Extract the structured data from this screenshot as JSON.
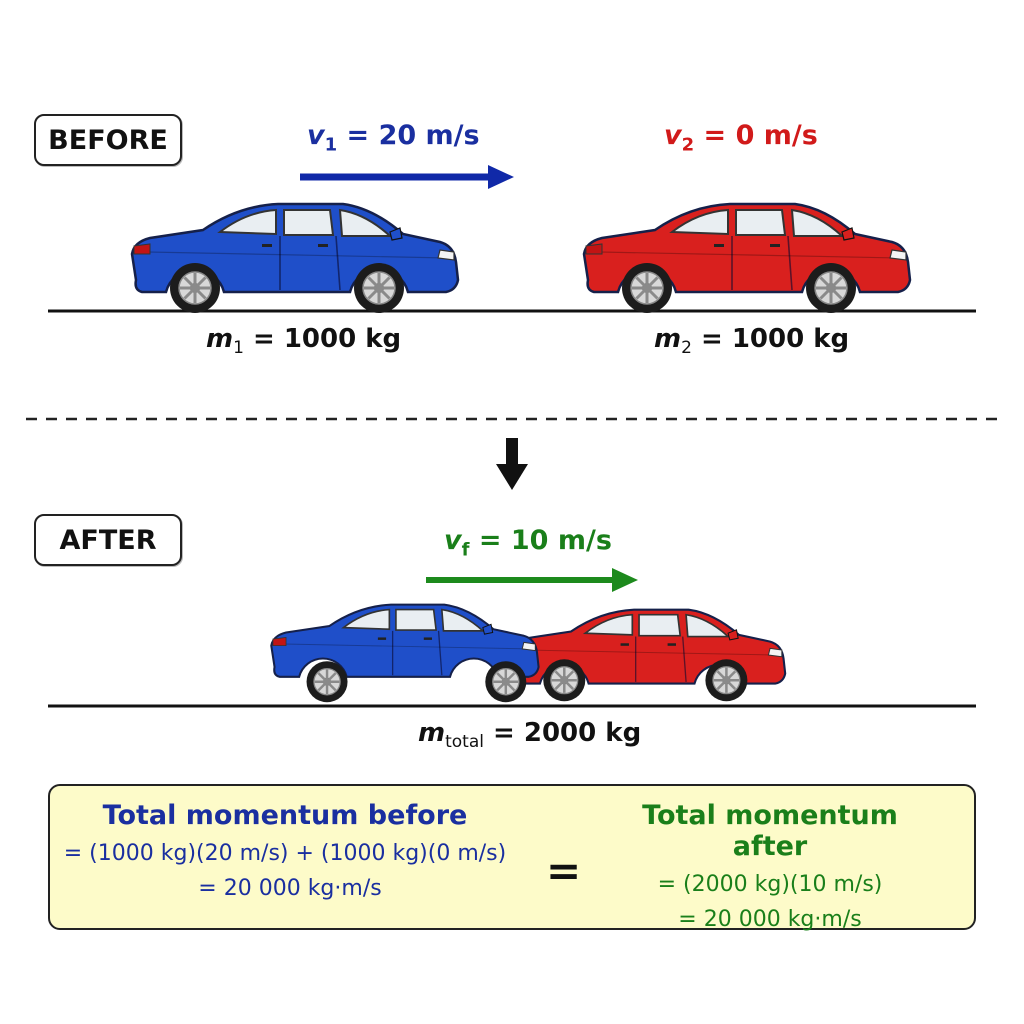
{
  "before": {
    "label": "BEFORE",
    "car1": {
      "v_symbol": "v",
      "v_sub": "1",
      "v_text": "= 20 m/s",
      "m_symbol": "m",
      "m_sub": "1",
      "m_text": "= 1000 kg",
      "color": "#1f4fc9"
    },
    "car2": {
      "v_symbol": "v",
      "v_sub": "2",
      "v_text": "= 0 m/s",
      "m_symbol": "m",
      "m_sub": "2",
      "m_text": "= 1000 kg",
      "color": "#d9201e"
    }
  },
  "after": {
    "label": "AFTER",
    "v_symbol": "v",
    "v_sub": "f",
    "v_text": "= 10 m/s",
    "m_symbol": "m",
    "m_sub": "total",
    "m_text": "= 2000 kg"
  },
  "summary": {
    "before_title": "Total momentum before",
    "before_line1": "= (1000 kg)(20 m/s) + (1000 kg)(0 m/s)",
    "before_line2": "= 20 000 kg·m/s",
    "equals": "=",
    "after_title": "Total momentum after",
    "after_line1": "= (2000 kg)(10 m/s)",
    "after_line2": "= 20 000 kg·m/s"
  },
  "colors": {
    "blue_text": "#1a2fa0",
    "red_text": "#d11a1a",
    "green_text": "#1a7f1a",
    "blue_arrow": "#1029a8",
    "green_arrow": "#1d8a1d",
    "summary_bg": "#fdfbc9"
  }
}
